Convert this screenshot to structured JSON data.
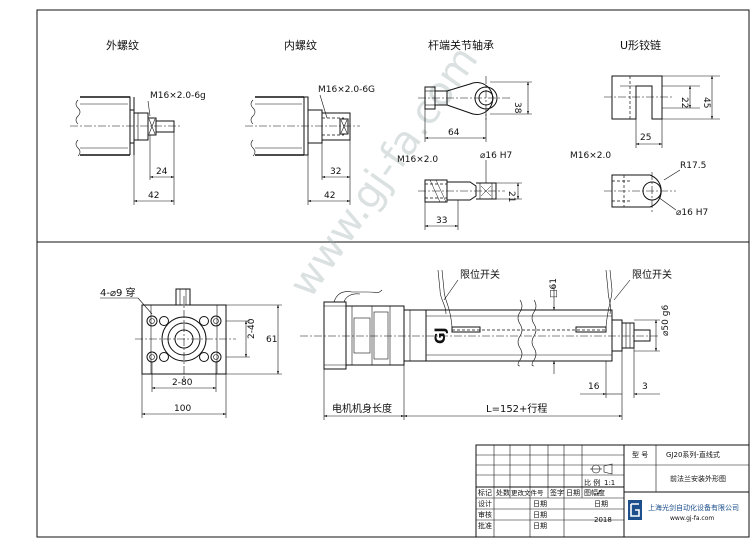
{
  "sections": {
    "external_thread": {
      "title": "外螺纹",
      "thread_label": "M16×2.0-6g",
      "dim_1": "24",
      "dim_2": "42"
    },
    "internal_thread": {
      "title": "内螺纹",
      "thread_label": "M16×2.0-6G",
      "dim_1": "32",
      "dim_2": "42"
    },
    "rod_end": {
      "title": "杆端关节轴承",
      "dim_height": "38",
      "dim_length": "64",
      "thread_label": "M16×2.0",
      "bore_label": "⌀16 H7",
      "dim_21": "21",
      "dim_33": "33"
    },
    "u_clevis": {
      "title": "U形铰链",
      "dim_22": "22",
      "dim_45": "45",
      "dim_25": "25",
      "thread_label": "M16×2.0",
      "radius_label": "R17.5",
      "bore_label": "⌀16 H7"
    }
  },
  "main_view": {
    "hole_label": "4-⌀9 穿",
    "dim_2_40": "2-40",
    "dim_61_left": "61",
    "dim_2_80": "2-80",
    "dim_100": "100",
    "limit_switch_1": "限位开关",
    "limit_switch_2": "限位开关",
    "dim_square_61": "□61",
    "dim_rod": "⌀50 g6",
    "dim_16": "16",
    "dim_3": "3",
    "motor_length": "电机机身长度",
    "stroke_length": "L=152+行程"
  },
  "watermark": "www.gj-fa.com",
  "title_block": {
    "model_label": "型 号",
    "model_value": "GJ20系列-直线式",
    "scale_label": "比 例",
    "scale_value": "1:1",
    "drawing_name": "前法兰安装外形图",
    "header_cells": [
      "标记",
      "处数",
      "更改文件号",
      "签字",
      "日期",
      "图幅度"
    ],
    "row_design": "设计",
    "row_review": "审核",
    "row_approve": "批准",
    "date_label_1": "日期",
    "date_label_2": "日期",
    "date_label_3": "日期",
    "date_label_4": "日期",
    "year": "2018",
    "company_name": "上海光剑自动化设备有限公司",
    "website": "www.gj-fa.com"
  }
}
